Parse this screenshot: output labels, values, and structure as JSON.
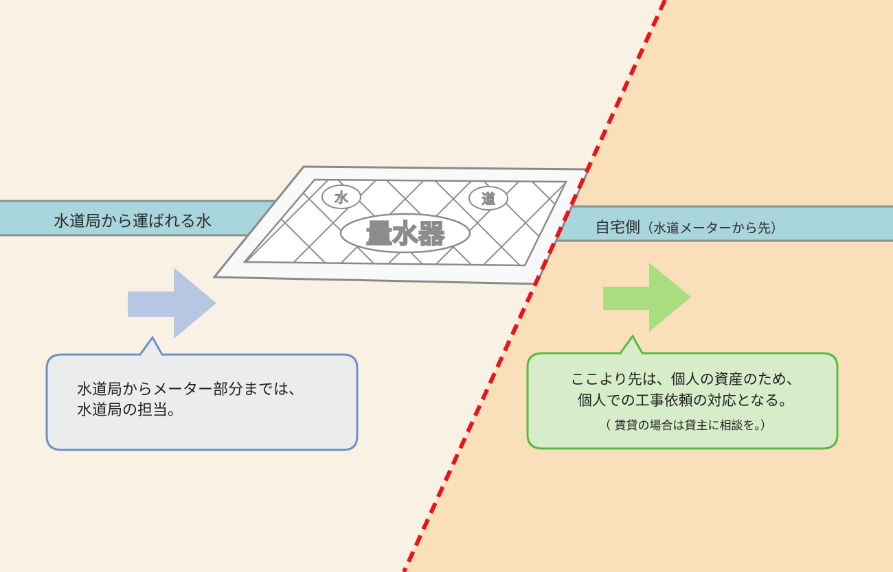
{
  "pipe_labels": {
    "left": "水道局から運ばれる水",
    "right_main": "自宅側",
    "right_sub": "（水道メーターから先）"
  },
  "meter_cover": {
    "left_emblem": "水",
    "right_emblem": "道",
    "center_label": "量水器"
  },
  "callouts": {
    "left": {
      "line1": "水道局からメーター部分までは、",
      "line2": "水道局の担当。"
    },
    "right": {
      "line1": "ここより先は、個人の資産のため、",
      "line2": "個人での工事依頼の対応となる。",
      "note": "（ 賃貸の場合は貸主に相談を。）"
    }
  },
  "colors": {
    "left_background": "#f9f1e3",
    "right_background": "#f9dfba",
    "pipe": "#a9d6dd",
    "boundary_line": "#e8141a",
    "left_arrow": "#b7c6e3",
    "right_arrow": "#a9dd80",
    "left_callout_border": "#6f8fc8",
    "left_callout_fill": "#eaeced",
    "right_callout_border": "#5db845",
    "right_callout_fill": "#d7ecc9"
  }
}
